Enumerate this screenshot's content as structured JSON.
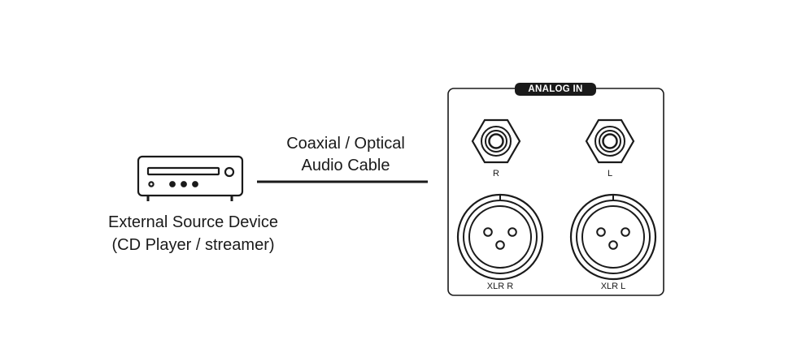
{
  "source_device": {
    "label_line1": "External Source Device",
    "label_line2": "(CD Player / streamer)",
    "icon": "cd-player-icon"
  },
  "cable": {
    "label_line1": "Coaxial / Optical",
    "label_line2": "Audio Cable"
  },
  "panel": {
    "title": "ANALOG IN",
    "rca_right_label": "R",
    "rca_left_label": "L",
    "xlr_right_label": "XLR R",
    "xlr_left_label": "XLR L"
  },
  "colors": {
    "line": "#1a1a1a",
    "background": "#ffffff",
    "badge_text": "#ffffff"
  }
}
